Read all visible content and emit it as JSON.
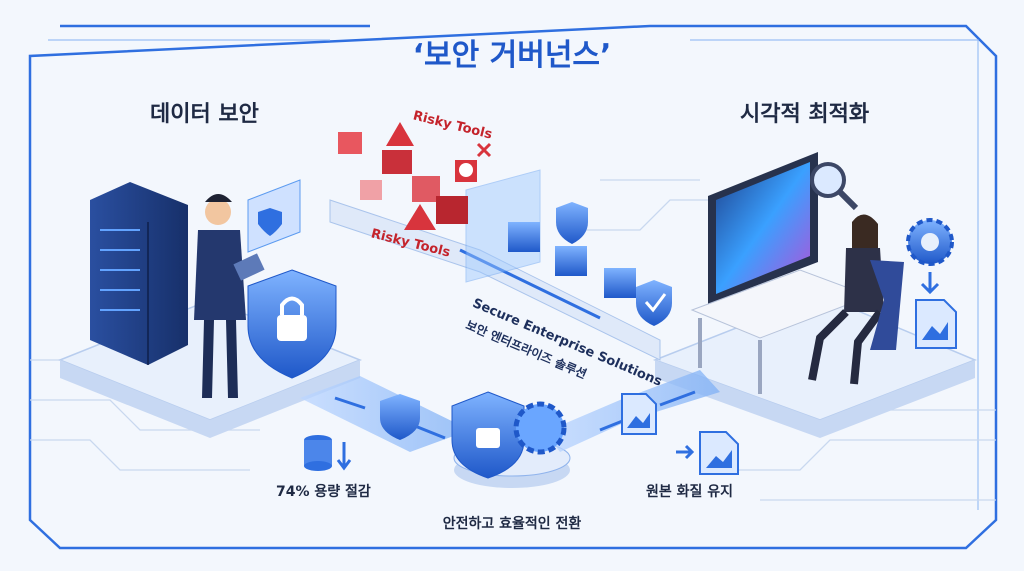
{
  "title": "‘보안 거버넌스’",
  "left_section": {
    "heading": "데이터 보안"
  },
  "right_section": {
    "heading": "시각적 최적화"
  },
  "conveyor": {
    "risky_top": "Risky Tools",
    "risky_bottom": "Risky Tools",
    "belt_label_en": "Secure Enterprise Solutions",
    "belt_label_ko": "보안 엔터프라이즈 솔루션"
  },
  "captions": {
    "left": "74% 용량 절감",
    "center": "안전하고 효율적인 전환",
    "right": "원본 화질 유지"
  },
  "icons": [
    "server-icon",
    "person-with-tablet-icon",
    "padlock-shield-icon",
    "shield-lock-screen-icon",
    "warning-icon",
    "skull-box-icon",
    "x-mark-icon",
    "checkmark-shield-icon",
    "database-icon",
    "shield-gear-icon",
    "image-file-icon",
    "monitor-icon",
    "magnifier-icon",
    "gear-download-icon",
    "designer-person-icon"
  ],
  "colors": {
    "title": "#1f58c9",
    "accent": "#2f6fe0",
    "danger": "#d8343d",
    "platform": "#e3ecfb",
    "frame": "#2f6fe0"
  }
}
